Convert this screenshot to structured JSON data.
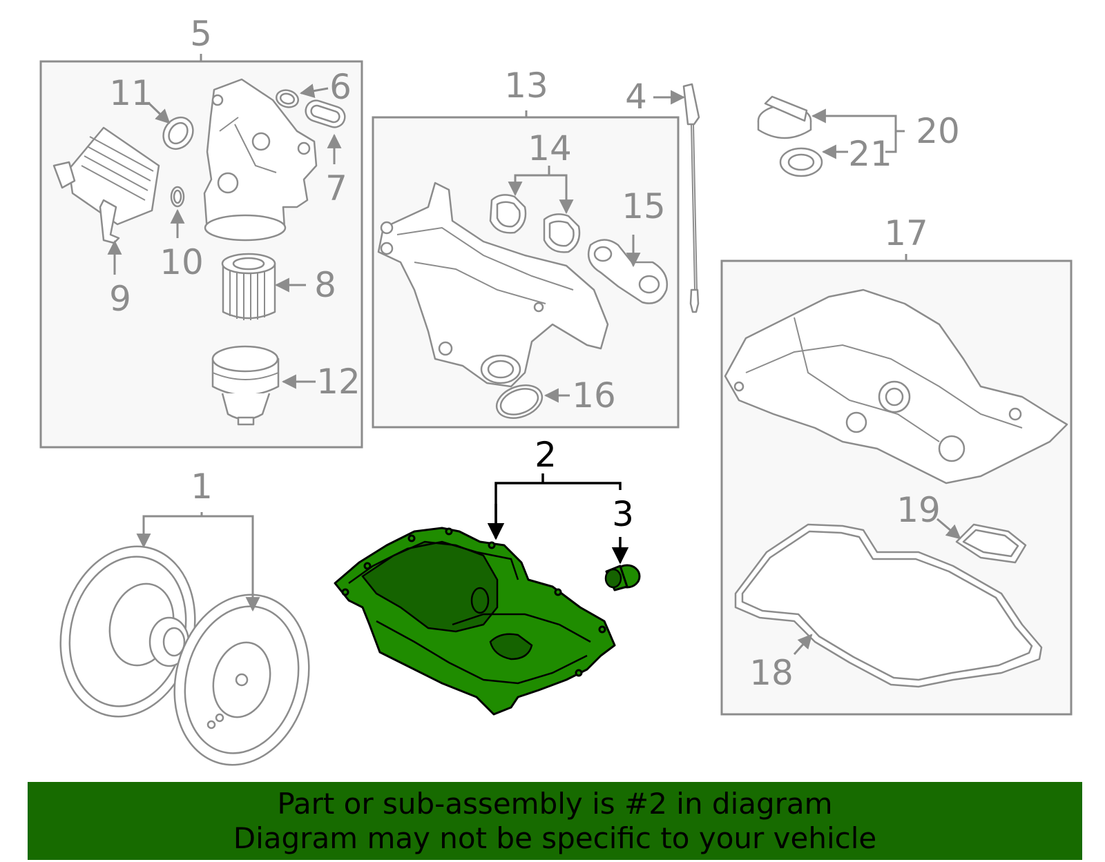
{
  "callouts": {
    "c1": "1",
    "c2": "2",
    "c3": "3",
    "c4": "4",
    "c5": "5",
    "c6": "6",
    "c7": "7",
    "c8": "8",
    "c9": "9",
    "c10": "10",
    "c11": "11",
    "c12": "12",
    "c13": "13",
    "c14": "14",
    "c15": "15",
    "c16": "16",
    "c17": "17",
    "c18": "18",
    "c19": "19",
    "c20": "20",
    "c21": "21"
  },
  "highlighted_part": "2",
  "banner": {
    "line1": "Part or sub-assembly is #2 in diagram",
    "line2": "Diagram may not be specific to your vehicle"
  },
  "colors": {
    "highlight": "#1f8c00",
    "banner": "#176b00",
    "line_art": "#8c8c8c"
  }
}
